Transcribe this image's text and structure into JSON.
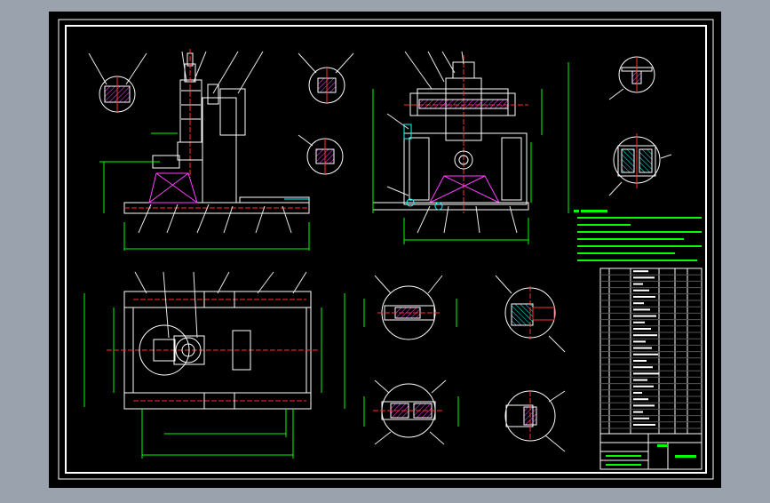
{
  "window": {
    "background_color": "#9aa3ad",
    "canvas_color": "#000000",
    "frame_color": "#ffffff"
  },
  "drawing": {
    "line_colors": {
      "outline": "#ffffff",
      "centerline": "#ff3030",
      "dimension": "#00ff00",
      "hatch": "#ff40ff",
      "callout": "#e8e8e8",
      "part": "#cfcfcf"
    },
    "views": [
      "front-view",
      "side-view",
      "top-view"
    ],
    "detail_count": 9,
    "title_block": "",
    "notes": ""
  }
}
